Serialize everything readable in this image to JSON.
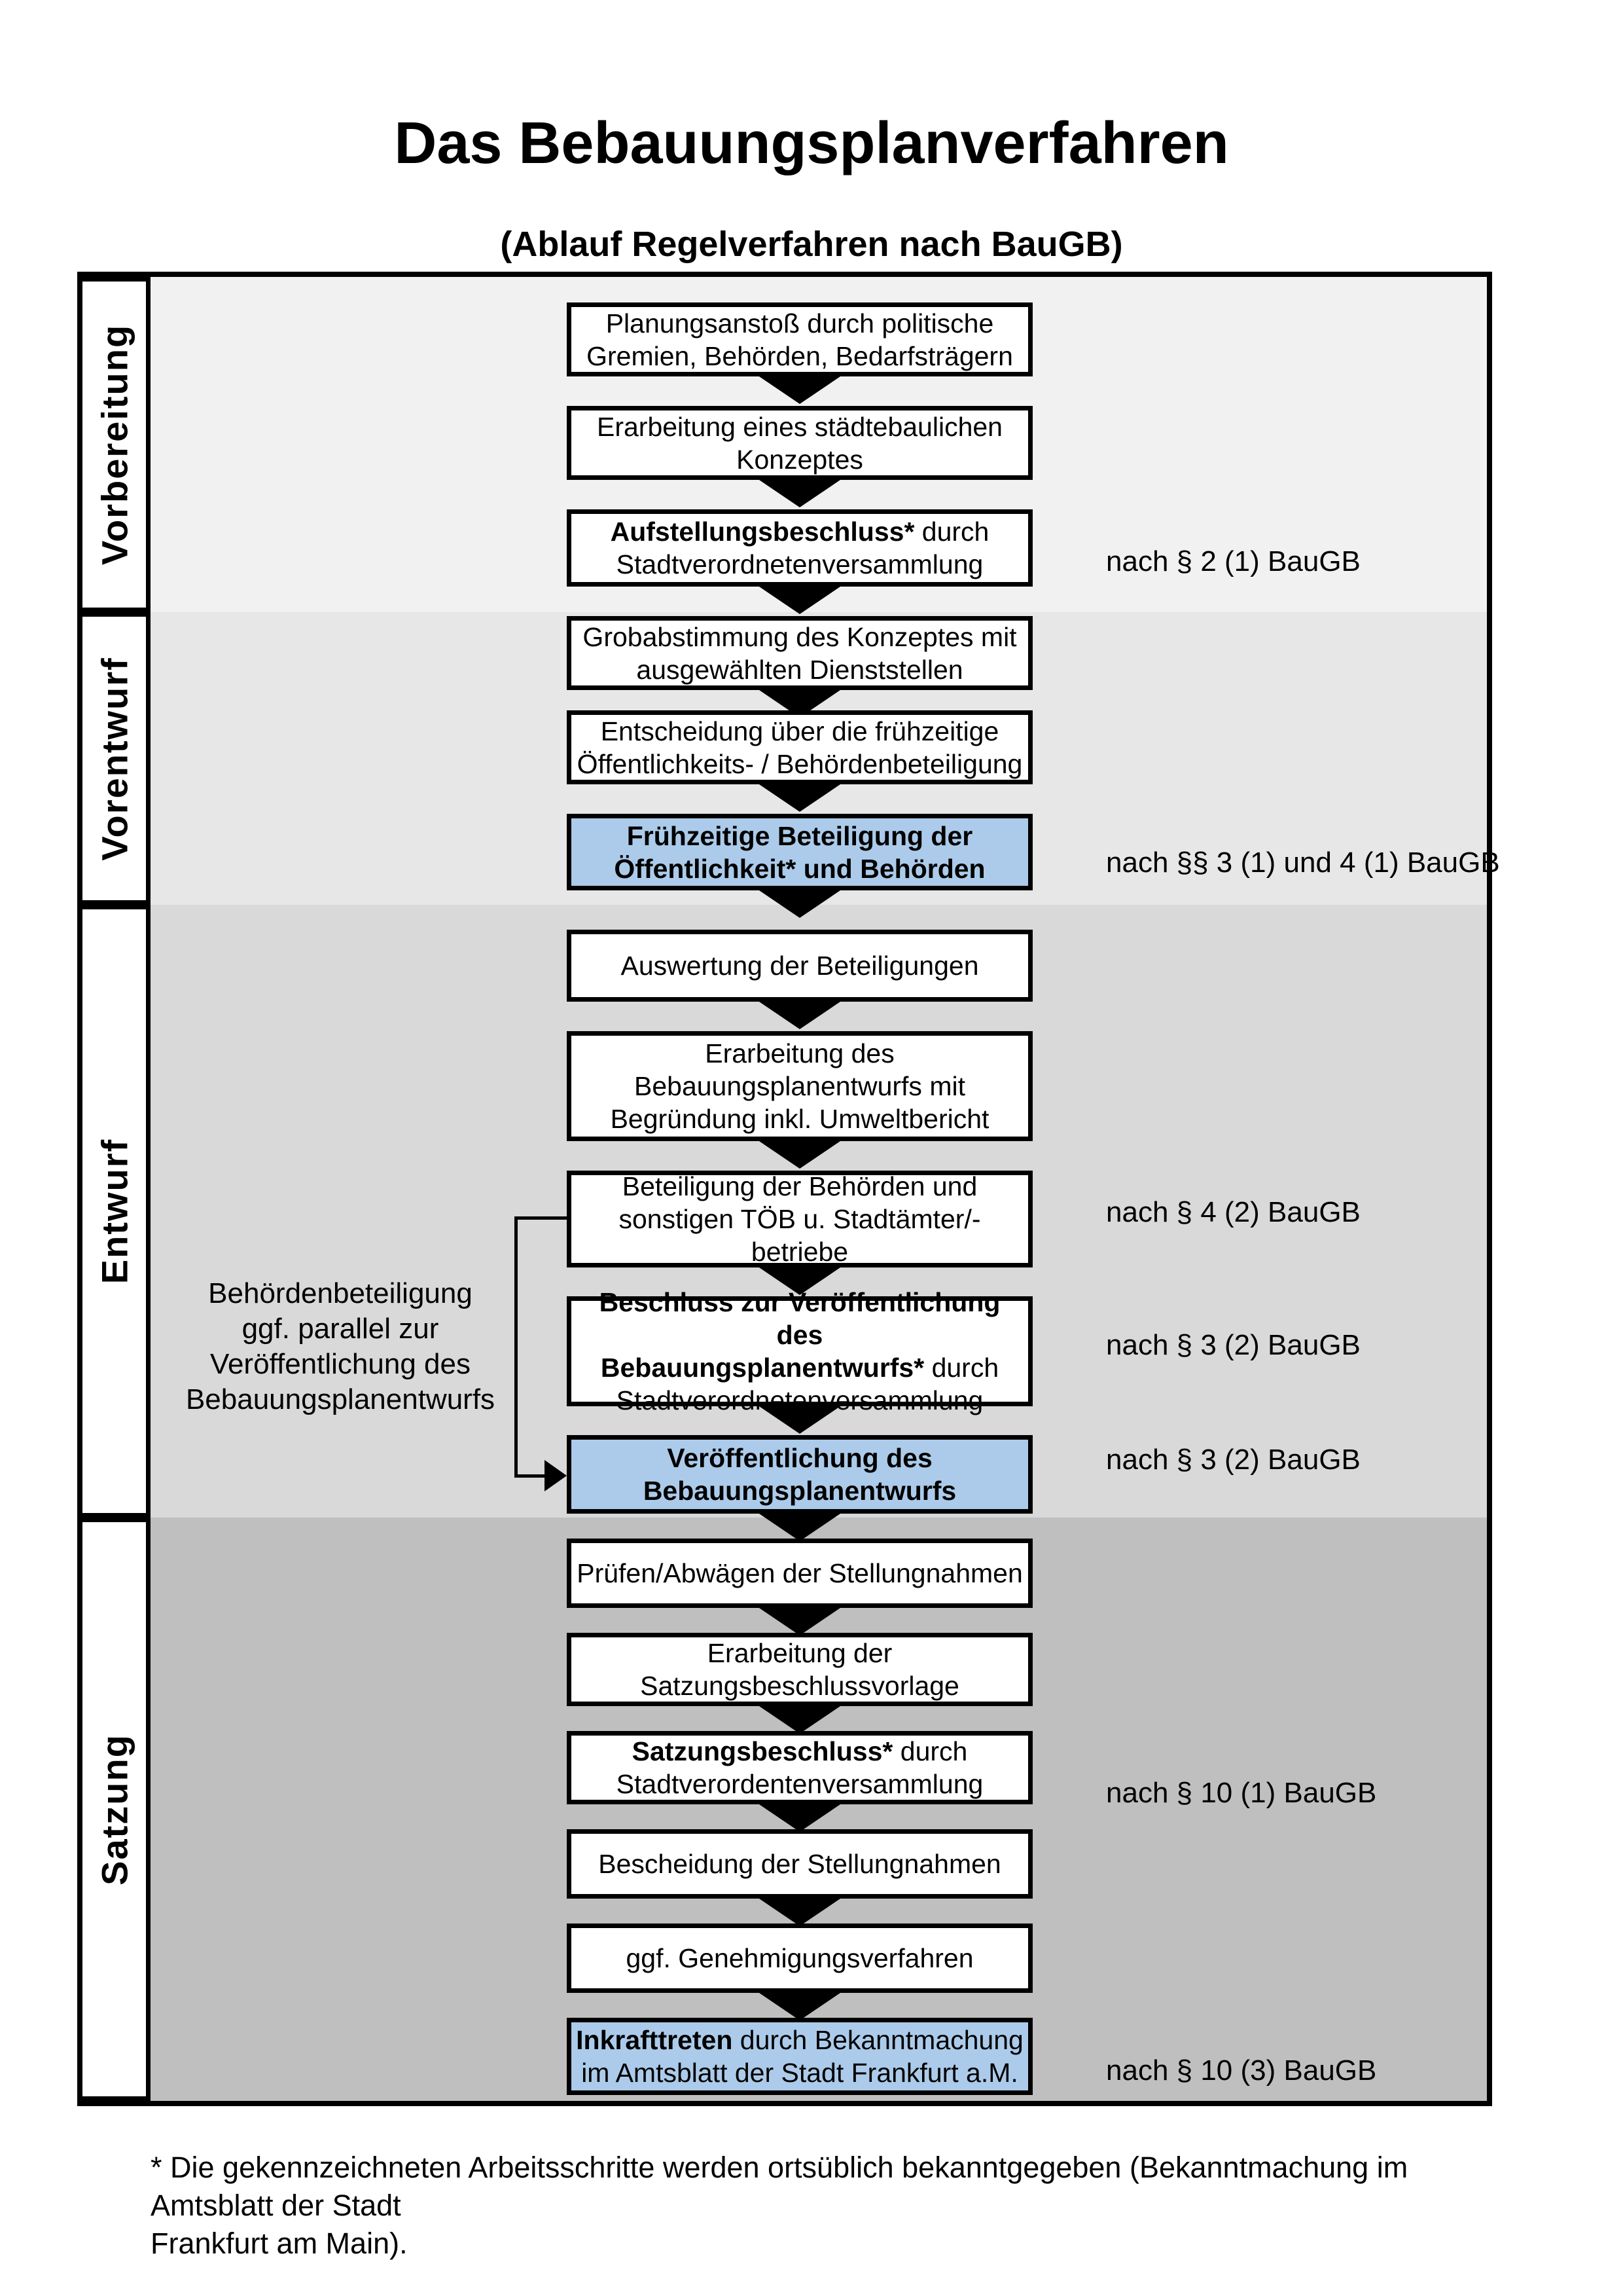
{
  "page": {
    "title": "Das Bebauungsplanverfahren",
    "subtitle": "(Ablauf Regelverfahren nach BauGB)"
  },
  "phases": [
    {
      "label": "Vorbereitung",
      "bg": "#f1f1f1"
    },
    {
      "label": "Vorentwurf",
      "bg": "#e7e7e7"
    },
    {
      "label": "Entwurf",
      "bg": "#d9d9d9"
    },
    {
      "label": "Satzung",
      "bg": "#bfbfbf"
    }
  ],
  "steps": [
    {
      "bold": "",
      "rest": "Planungsanstoß durch politische\nGremien, Behörden, Bedarfsträgern",
      "highlight": false
    },
    {
      "bold": "",
      "rest": "Erarbeitung eines städtebaulichen\nKonzeptes",
      "highlight": false
    },
    {
      "bold": "Aufstellungsbeschluss*",
      "rest": " durch\nStadtverordnetenversammlung",
      "highlight": false
    },
    {
      "bold": "",
      "rest": "Grobabstimmung des Konzeptes mit\nausgewählten Dienststellen",
      "highlight": false
    },
    {
      "bold": "",
      "rest": "Entscheidung über die frühzeitige\nÖffentlichkeits- / Behördenbeteiligung",
      "highlight": false
    },
    {
      "bold": "Frühzeitige Beteiligung der\nÖffentlichkeit* und Behörden",
      "rest": "",
      "highlight": true
    },
    {
      "bold": "",
      "rest": "Auswertung der Beteiligungen",
      "highlight": false
    },
    {
      "bold": "",
      "rest": "Erarbeitung des\nBebauungsplanentwurfs mit\nBegründung inkl. Umweltbericht",
      "highlight": false
    },
    {
      "bold": "",
      "rest": "Beteiligung der Behörden und\nsonstigen TÖB u. Stadtämter/-betriebe",
      "highlight": false
    },
    {
      "bold": "Beschluss zur Veröffentlichung des\nBebauungsplanentwurfs*",
      "rest": " durch\nStadtverordnetenversammlung",
      "highlight": false
    },
    {
      "bold": "Veröffentlichung des\nBebauungsplanentwurfs",
      "rest": "",
      "highlight": true
    },
    {
      "bold": "",
      "rest": "Prüfen/Abwägen der Stellungnahmen",
      "highlight": false
    },
    {
      "bold": "",
      "rest": "Erarbeitung der\nSatzungsbeschlussvorlage",
      "highlight": false
    },
    {
      "bold": "Satzungsbeschluss*",
      "rest": " durch\nStadtverordentenversammlung",
      "highlight": false
    },
    {
      "bold": "",
      "rest": "Bescheidung der Stellungnahmen",
      "highlight": false
    },
    {
      "bold": "",
      "rest": "ggf. Genehmigungsverfahren",
      "highlight": false
    },
    {
      "bold": "Inkrafttreten",
      "rest": " durch Bekanntmachung\nim Amtsblatt der Stadt Frankfurt a.M.",
      "highlight": true
    }
  ],
  "annotations": [
    {
      "text": "nach § 2 (1) BauGB"
    },
    {
      "text": "nach §§ 3 (1) und 4 (1) BauGB"
    },
    {
      "text": "nach § 4 (2) BauGB"
    },
    {
      "text": "nach § 3 (2) BauGB"
    },
    {
      "text": "nach § 3 (2) BauGB"
    },
    {
      "text": "nach § 10 (1) BauGB"
    },
    {
      "text": "nach § 10 (3) BauGB"
    }
  ],
  "side_note": "Behördenbeteiligung\nggf. parallel zur\nVeröffentlichung des\nBebauungsplanentwurfs",
  "footnote": "* Die gekennzeichneten Arbeitsschritte werden ortsüblich bekanntgegeben (Bekanntmachung im Amtsblatt der Stadt\nFrankfurt am Main).",
  "colors": {
    "highlight_blue": "#accbea",
    "band_vorbereitung": "#f1f1f1",
    "band_vorentwurf": "#e7e7e7",
    "band_entwurf": "#d9d9d9",
    "band_satzung": "#bfbfbf",
    "border": "#000000"
  }
}
